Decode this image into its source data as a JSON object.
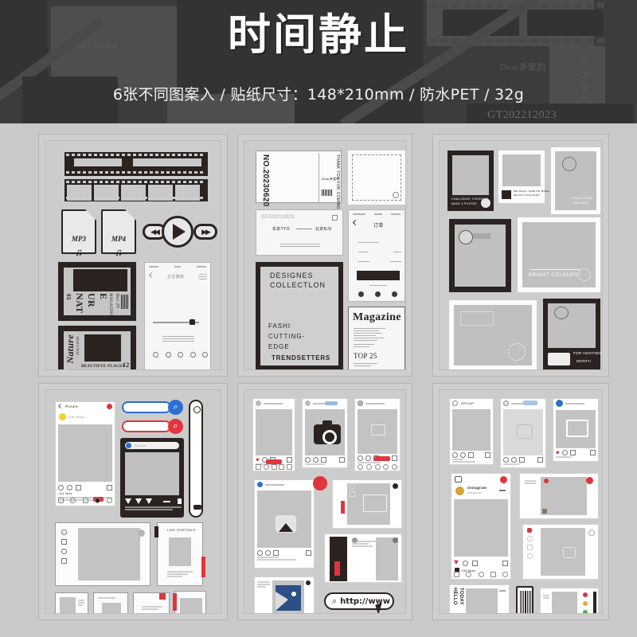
{
  "header": {
    "title": "时间静止",
    "subtitle": "6张不同图案入 / 贴纸尺寸：148*210mm / 防水PET / 32g",
    "bg_texts": [
      "Dear亲爱的",
      "GT202212023",
      "AE PORO",
      "ITALY ROMA"
    ],
    "colors": {
      "bg": "#3c3c3c",
      "title": "#ffffff",
      "subtitle": "#f2f2f2"
    }
  },
  "product": {
    "sheet_count": 6,
    "sheet_size": "148*210mm",
    "material": "防水PET",
    "weight": "32g"
  },
  "sheets": [
    {
      "id": "sheet-1",
      "theme": "film-and-media",
      "stickers": [
        {
          "name": "film-strip-top",
          "type": "film"
        },
        {
          "name": "film-strip-bottom",
          "type": "film-cells"
        },
        {
          "name": "mp3-file-icon",
          "label": "MP3",
          "glyph": "♫"
        },
        {
          "name": "mp4-file-icon",
          "label": "MP4",
          "glyph": "♫"
        },
        {
          "name": "media-player-controls",
          "buttons": [
            "rewind",
            "play",
            "forward"
          ]
        },
        {
          "name": "nature-magazine-cover",
          "lines": [
            "03",
            "NAT",
            "UR",
            "E",
            "MAGAZINE",
            "Nov 29"
          ]
        },
        {
          "name": "nature-photo-magazine",
          "lines": [
            "Nature",
            "MAGAZINE",
            "BEAUTIFUL PLACES",
            "12"
          ]
        },
        {
          "name": "music-player-screen",
          "label": "正在播放"
        }
      ]
    },
    {
      "id": "sheet-2",
      "theme": "tickets-and-print",
      "stickers": [
        {
          "name": "admission-ticket",
          "lines": [
            "NO.20230620",
            "THANK YOU FOR COMING",
            "Dear亲爱的"
          ]
        },
        {
          "name": "perforated-stamp-frame",
          "lines": []
        },
        {
          "name": "boarding-pass-card",
          "lines": [
            "GT202212023",
            "东京TYO",
            "北京BJS"
          ]
        },
        {
          "name": "phone-order-screen",
          "label": "订单"
        },
        {
          "name": "designes-poster",
          "lines": [
            "DESIGNES",
            "COLLECTLON",
            "FASHI",
            "CUTTING-",
            "EDGE",
            "TRENDSETTERS"
          ]
        },
        {
          "name": "magazine-cover",
          "lines": [
            "Magazine",
            "TOP 25"
          ]
        }
      ]
    },
    {
      "id": "sheet-3",
      "theme": "postage-stamps",
      "stickers": [
        {
          "name": "stamp-dark-1",
          "lines": [
            "CHALLENGE YOURSELF",
            "MAKE A POSTER"
          ]
        },
        {
          "name": "stamp-light-1",
          "lines": [
            "WE SHALL TAKE NO MORE",
            "WE PUT OUR SUNS"
          ]
        },
        {
          "name": "stamp-light-2",
          "lines": [
            "GOOD LUCKS",
            "SUCCESS"
          ]
        },
        {
          "name": "stamp-dark-2",
          "lines": []
        },
        {
          "name": "stamp-bright-colours",
          "lines": [
            "BRIGHT COLOURS"
          ]
        },
        {
          "name": "stamp-envelope",
          "lines": []
        },
        {
          "name": "stamp-dark-3",
          "lines": [
            "FOR ANOTHER",
            "MONTH"
          ]
        }
      ]
    },
    {
      "id": "sheet-4",
      "theme": "social-ui-frames",
      "stickers": [
        {
          "name": "post-card-picture",
          "label": "Picture",
          "lines": [
            "Life Story",
            "421 likes"
          ]
        },
        {
          "name": "blue-search-bar",
          "color": "#2c6fd1"
        },
        {
          "name": "red-search-bar",
          "color": "#e0353c"
        },
        {
          "name": "dark-browser-window",
          "label": "Search"
        },
        {
          "name": "vertical-search-bar",
          "color": "#2b2320"
        },
        {
          "name": "tablet-frame",
          "lines": []
        },
        {
          "name": "life-portrait-card",
          "label": "LIFE PORTRAIT"
        },
        {
          "name": "mini-card-1",
          "lines": []
        },
        {
          "name": "mini-card-2",
          "lines": []
        },
        {
          "name": "mini-card-3",
          "lines": []
        },
        {
          "name": "mini-card-4",
          "lines": []
        }
      ]
    },
    {
      "id": "sheet-5",
      "theme": "social-posts",
      "stickers": [
        {
          "name": "post-frame-1",
          "lines": []
        },
        {
          "name": "post-frame-camera",
          "icon": "camera-icon"
        },
        {
          "name": "post-frame-3",
          "lines": []
        },
        {
          "name": "post-frame-image-icon",
          "icon": "image-icon"
        },
        {
          "name": "envelope-post",
          "icon": "envelope-icon"
        },
        {
          "name": "dark-sidebar-post",
          "lines": []
        },
        {
          "name": "blue-mountain-post",
          "lines": []
        },
        {
          "name": "url-search-pill",
          "label": "http://www",
          "icon": "search-icon"
        },
        {
          "name": "notification-badge",
          "color": "#e0353c"
        }
      ]
    },
    {
      "id": "sheet-6",
      "theme": "social-profiles",
      "stickers": [
        {
          "name": "profile-post-1",
          "label": "GROUP"
        },
        {
          "name": "profile-post-2",
          "lines": []
        },
        {
          "name": "profile-post-3",
          "icon": "picture-frame-icon"
        },
        {
          "name": "instagram-profile-card",
          "label": "instagram",
          "lines": [
            "instagram",
            "136 likes"
          ]
        },
        {
          "name": "story-panel-1",
          "lines": []
        },
        {
          "name": "story-panel-2",
          "lines": []
        },
        {
          "name": "gallery-card",
          "lines": [
            "HELLO",
            "TODAY"
          ]
        },
        {
          "name": "barcode-sticker",
          "type": "barcode"
        },
        {
          "name": "story-icons-card",
          "colors": [
            "#e0353c",
            "#f2a33a",
            "#4caf50",
            "#2c6fd1",
            "#9b59b6"
          ]
        }
      ]
    }
  ]
}
